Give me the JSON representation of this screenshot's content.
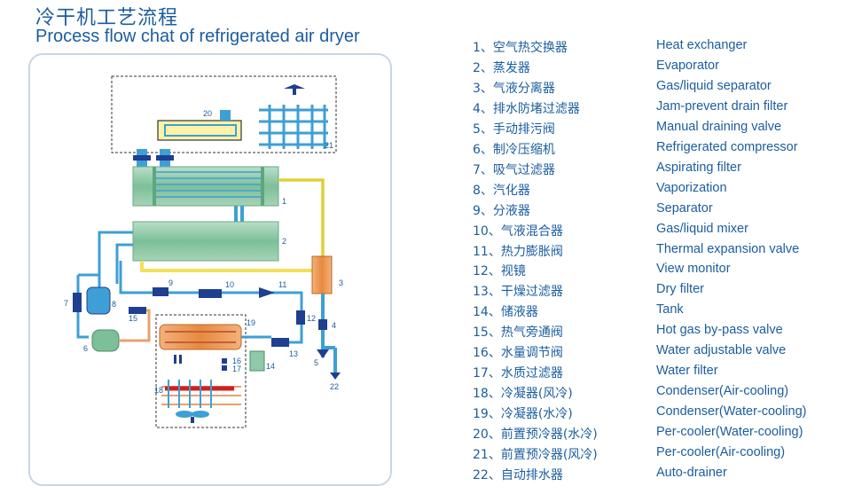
{
  "header": {
    "title_cn": "冷干机工艺流程",
    "title_en": "Process flow chat of refrigerated air dryer"
  },
  "legend": [
    {
      "cn": "1、空气热交换器",
      "en": "Heat exchanger"
    },
    {
      "cn": "2、蒸发器",
      "en": "Evaporator"
    },
    {
      "cn": "3、气液分离器",
      "en": "Gas/liquid separator"
    },
    {
      "cn": "4、排水防堵过滤器",
      "en": "Jam-prevent drain filter"
    },
    {
      "cn": "5、手动排污阀",
      "en": "Manual draining valve"
    },
    {
      "cn": "6、制冷压缩机",
      "en": "Refrigerated compressor"
    },
    {
      "cn": "7、吸气过滤器",
      "en": "Aspirating filter"
    },
    {
      "cn": "8、汽化器",
      "en": "Vaporization"
    },
    {
      "cn": "9、分液器",
      "en": "Separator"
    },
    {
      "cn": "10、气液混合器",
      "en": "Gas/liquid mixer"
    },
    {
      "cn": "11、热力膨胀阀",
      "en": "Thermal expansion valve"
    },
    {
      "cn": "12、视镜",
      "en": "View monitor"
    },
    {
      "cn": "13、干燥过滤器",
      "en": "Dry filter"
    },
    {
      "cn": "14、储液器",
      "en": "Tank"
    },
    {
      "cn": "15、热气旁通阀",
      "en": "Hot gas by-pass valve"
    },
    {
      "cn": "16、水量调节阀",
      "en": "Water adjustable valve"
    },
    {
      "cn": "17、水质过滤器",
      "en": "Water filter"
    },
    {
      "cn": "18、冷凝器(风冷)",
      "en": "Condenser(Air-cooling)"
    },
    {
      "cn": "19、冷凝器(水冷)",
      "en": "Condenser(Water-cooling)"
    },
    {
      "cn": "20、前置预冷器(水冷)",
      "en": "Per-cooler(Water-cooling)"
    },
    {
      "cn": "21、前置预冷器(风冷)",
      "en": "Per-cooler(Air-cooling)"
    },
    {
      "cn": "22、自动排水器",
      "en": "Auto-drainer"
    }
  ],
  "diagram_labels": {
    "l1": "1",
    "l2": "2",
    "l3": "3",
    "l4": "4",
    "l5": "5",
    "l6": "6",
    "l7": "7",
    "l8": "8",
    "l9": "9",
    "l10": "10",
    "l11": "11",
    "l12": "12",
    "l13": "13",
    "l14": "14",
    "l15": "15",
    "l16": "16",
    "l17": "17",
    "l18": "18",
    "l19": "19",
    "l20": "20",
    "l21": "21",
    "l22": "22"
  },
  "colors": {
    "title": "#1a5d9f",
    "pipe_blue": "#3d9fd6",
    "pipe_yellow": "#f2e05a",
    "pipe_orange": "#e8a070",
    "vessel_green": "#8fc9a8",
    "component_navy": "#1f3f8f",
    "frame_border": "#c9d6e3"
  }
}
